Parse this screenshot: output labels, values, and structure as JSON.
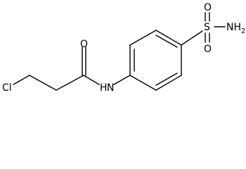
{
  "molecule": {
    "atoms": {
      "chlorine": "Cl",
      "carbonyl_oxygen": "O",
      "amide_nitrogen": "N",
      "amide_hydrogen": "H",
      "sulfur": "S",
      "sulfonyl_oxygen_top": "O",
      "sulfonyl_oxygen_bottom": "O",
      "sulfonamide_group": "NH",
      "sulfonamide_subscript": "2"
    }
  },
  "colors": {
    "bond": "#000000",
    "label": "#000000",
    "background": "#ffffff"
  }
}
